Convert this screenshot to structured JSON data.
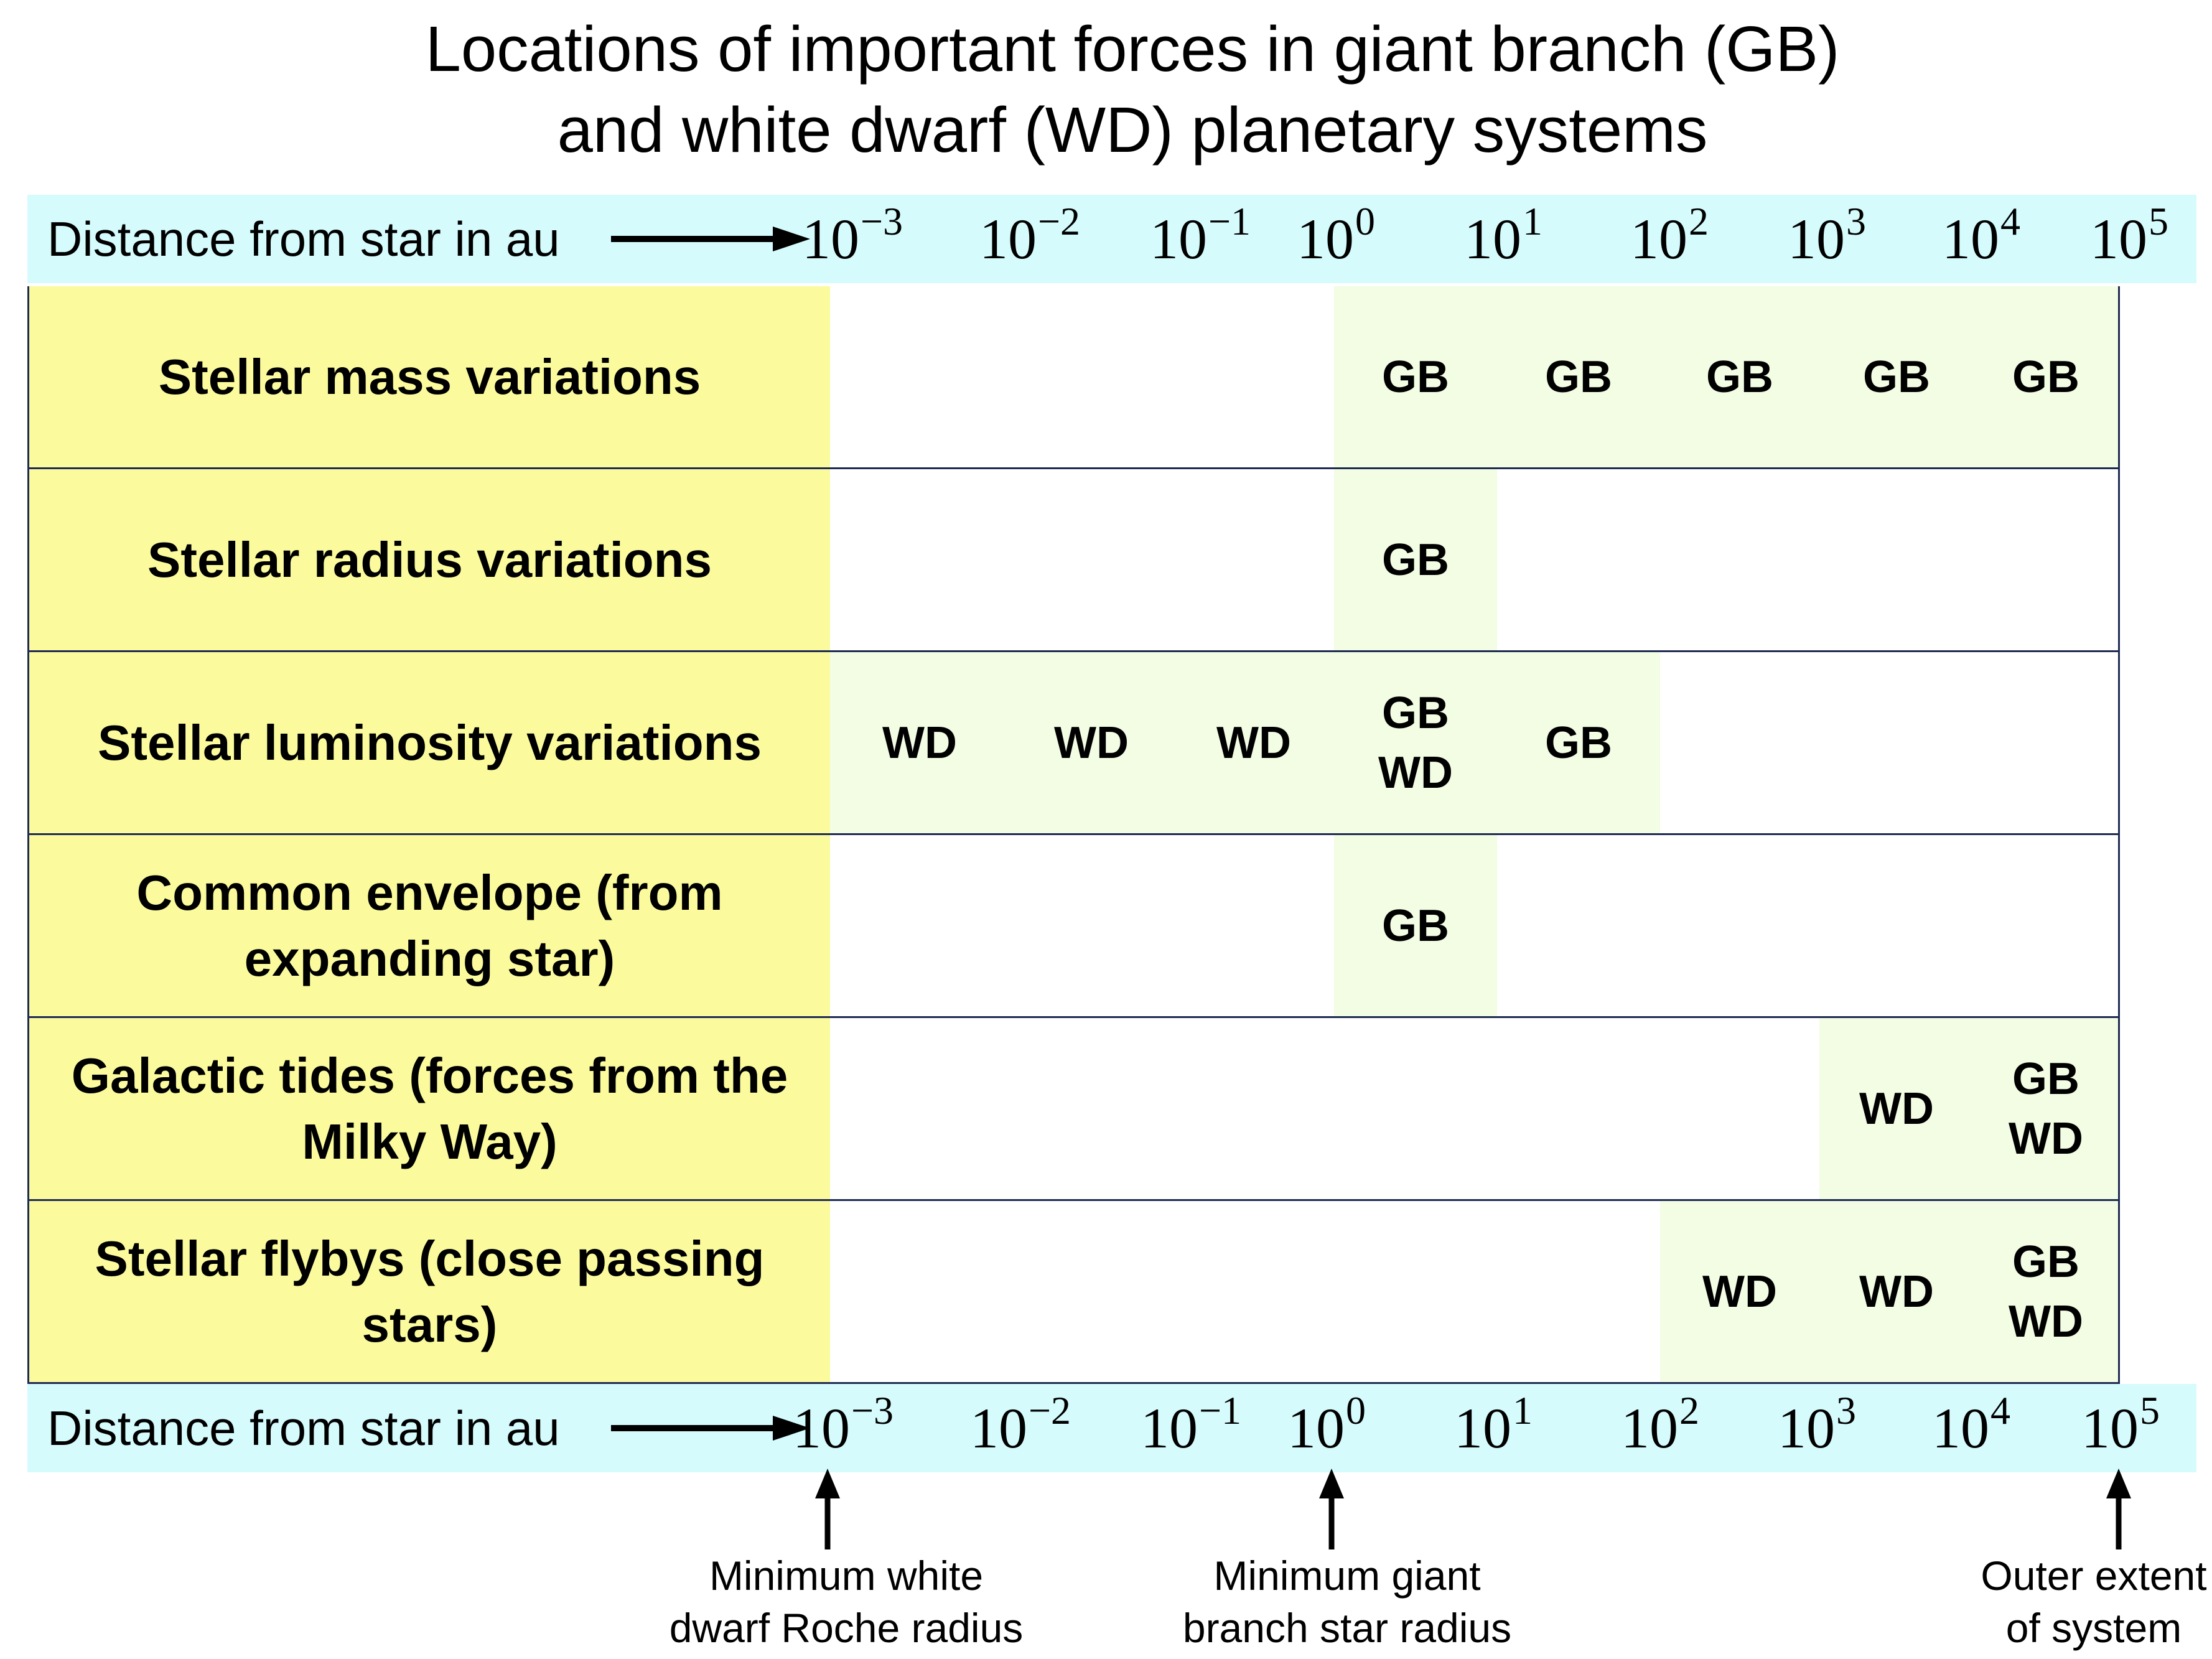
{
  "title": {
    "line1": "Locations of important forces in giant branch (GB)",
    "line2": "and white dwarf (WD) planetary systems"
  },
  "axis": {
    "label": "Distance from star in au",
    "ticks": [
      {
        "base": "10",
        "exp": "−3"
      },
      {
        "base": "10",
        "exp": "−2"
      },
      {
        "base": "10",
        "exp": "−1"
      },
      {
        "base": "10",
        "exp": "0"
      },
      {
        "base": "10",
        "exp": "1"
      },
      {
        "base": "10",
        "exp": "2"
      },
      {
        "base": "10",
        "exp": "3"
      },
      {
        "base": "10",
        "exp": "4"
      },
      {
        "base": "10",
        "exp": "5"
      }
    ]
  },
  "rows": [
    {
      "label": "Stellar mass variations",
      "cells": [
        [],
        [],
        [],
        [
          "GB"
        ],
        [
          "GB"
        ],
        [
          "GB"
        ],
        [
          "GB"
        ],
        [
          "GB"
        ]
      ]
    },
    {
      "label": "Stellar radius variations",
      "cells": [
        [],
        [],
        [],
        [
          "GB"
        ],
        [],
        [],
        [],
        []
      ]
    },
    {
      "label": "Stellar luminosity variations",
      "cells": [
        [
          "WD"
        ],
        [
          "WD"
        ],
        [
          "WD"
        ],
        [
          "GB",
          "WD"
        ],
        [
          "GB"
        ],
        [],
        [],
        []
      ]
    },
    {
      "label": "Common envelope (from expanding star)",
      "cells": [
        [],
        [],
        [],
        [
          "GB"
        ],
        [],
        [],
        [],
        []
      ]
    },
    {
      "label": "Galactic tides (forces from the Milky Way)",
      "cells": [
        [],
        [],
        [],
        [],
        [],
        [],
        [
          "WD"
        ],
        [
          "GB",
          "WD"
        ]
      ]
    },
    {
      "label": "Stellar flybys (close passing stars)",
      "cells": [
        [],
        [],
        [],
        [],
        [],
        [
          "WD"
        ],
        [
          "WD"
        ],
        [
          "GB",
          "WD"
        ]
      ]
    }
  ],
  "notes": [
    {
      "line1": "Minimum white",
      "line2": "dwarf Roche radius"
    },
    {
      "line1": "Minimum giant",
      "line2": "branch star radius"
    },
    {
      "line1": "Outer extent",
      "line2": "of system"
    }
  ],
  "colors": {
    "axis_band": "#d6fbfd",
    "row_label": "#fbfb9e",
    "filled_cell": "#f2fde4",
    "grid_line": "#1f2a52"
  }
}
